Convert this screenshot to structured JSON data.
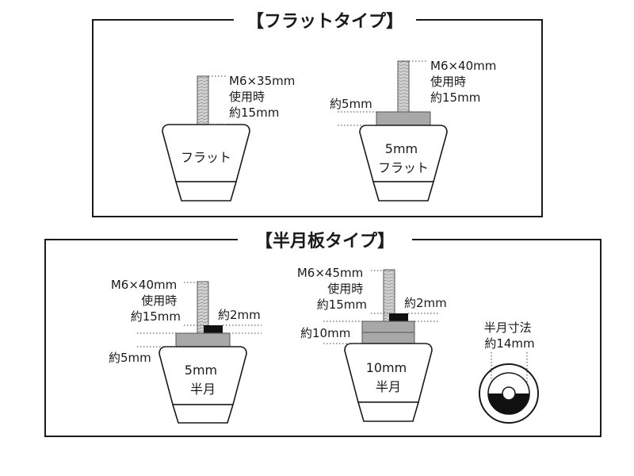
{
  "colors": {
    "line": "#1a1a1a",
    "spacer": "#a8a8a8",
    "washer": "#111111",
    "bolt": "#d2d2d2"
  },
  "flat_section": {
    "title": "【フラットタイプ】",
    "items": [
      {
        "body_label": [
          "フラット"
        ],
        "spec_lines": [
          "M6×35mm",
          "使用時",
          "約15mm"
        ]
      },
      {
        "body_label": [
          "5mm",
          "フラット"
        ],
        "spec_lines": [
          "M6×40mm",
          "使用時",
          "約15mm"
        ],
        "spacer_label": "約5mm"
      }
    ]
  },
  "half_moon_section": {
    "title": "【半月板タイプ】",
    "items": [
      {
        "body_label": [
          "5mm",
          "半月"
        ],
        "spec_lines": [
          "M6×40mm",
          "使用時",
          "約15mm"
        ],
        "washer_label": "約2mm",
        "spacer_label": "約5mm"
      },
      {
        "body_label": [
          "10mm",
          "半月"
        ],
        "spec_lines": [
          "M6×45mm",
          "使用時",
          "約15mm"
        ],
        "washer_label": "約2mm",
        "spacer_label": "約10mm"
      }
    ],
    "dimension": {
      "lines": [
        "半月寸法",
        "約14mm"
      ]
    }
  }
}
